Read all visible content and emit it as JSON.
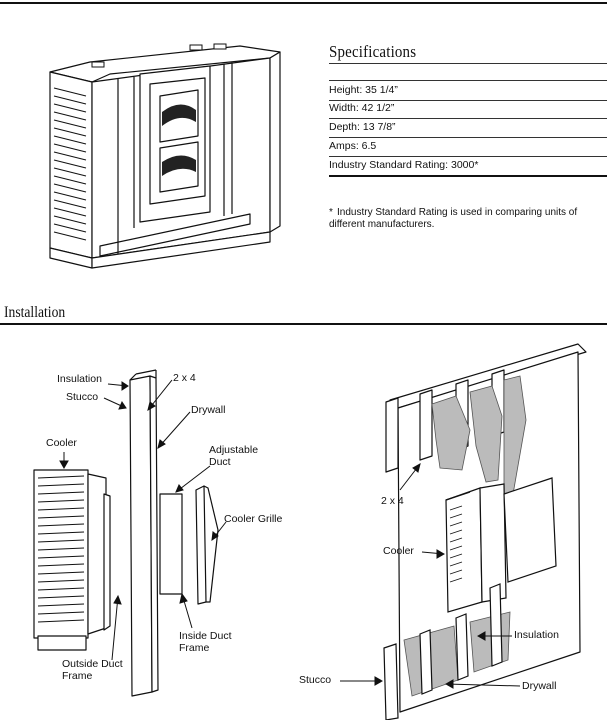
{
  "specs": {
    "title": "Specifications",
    "rows": [
      "Height: 35 1/4”",
      "Width: 42 1/2”",
      "Depth: 13 7/8”",
      "Amps: 6.5",
      "Industry Standard Rating: 3000*"
    ],
    "note_star": "*",
    "note_text": "Industry Standard Rating is used in comparing units of different manufacturers."
  },
  "installation": {
    "title": "Installation",
    "left_labels": {
      "insulation": "Insulation",
      "stucco": "Stucco",
      "two_by_four": "2 x 4",
      "drywall": "Drywall",
      "cooler": "Cooler",
      "adjustable_duct": "Adjustable Duct",
      "cooler_grille": "Cooler Grille",
      "inside_duct_frame": "Inside Duct Frame",
      "outside_duct_frame": "Outside Duct Frame"
    },
    "right_labels": {
      "two_by_four": "2 x 4",
      "cooler": "Cooler",
      "insulation": "Insulation",
      "stucco": "Stucco",
      "drywall": "Drywall"
    }
  }
}
